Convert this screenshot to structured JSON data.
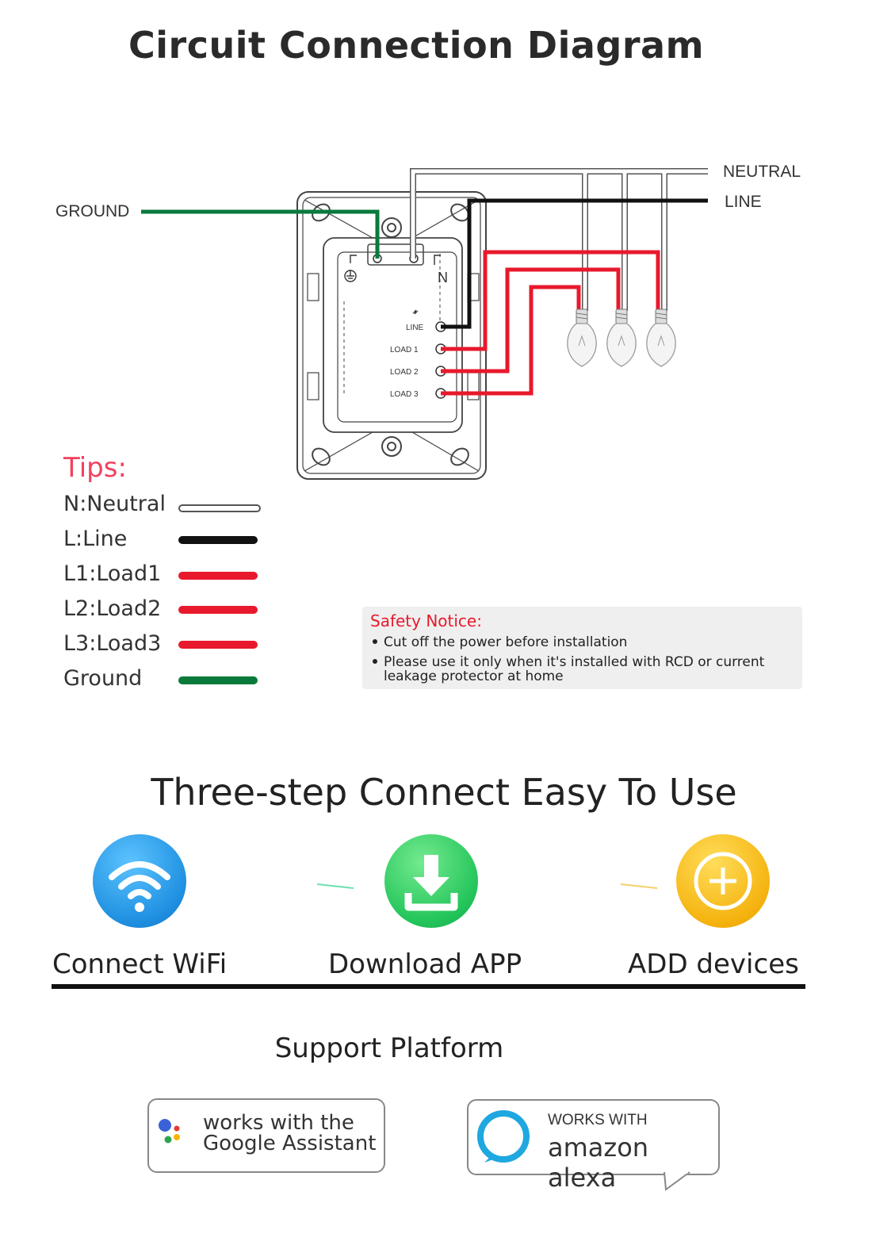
{
  "title": "Circuit Connection Diagram",
  "wiring": {
    "labels": {
      "ground": "GROUND",
      "neutral": "NEUTRAL",
      "line": "LINE"
    },
    "terminals": {
      "line": "LINE",
      "load1": "LOAD 1",
      "load2": "LOAD 2",
      "load3": "LOAD 3",
      "neutral_mark": "N"
    },
    "colors": {
      "neutral": "#ffffff",
      "line": "#111111",
      "load": "#e8192c",
      "ground": "#0a7a3c"
    }
  },
  "tips": {
    "heading": "Tips:",
    "items": [
      {
        "label": "N:Neutral",
        "color": "#ffffff"
      },
      {
        "label": "L:Line",
        "color": "#111111"
      },
      {
        "label": "L1:Load1",
        "color": "#e8192c"
      },
      {
        "label": "L2:Load2",
        "color": "#e8192c"
      },
      {
        "label": "L3:Load3",
        "color": "#e8192c"
      },
      {
        "label": "Ground",
        "color": "#0a7a3c"
      }
    ]
  },
  "safety": {
    "title": "Safety Notice:",
    "items": [
      "Cut off the power before installation",
      "Please use it only when it's installed with RCD or current leakage protector at home"
    ]
  },
  "steps": {
    "title": "Three-step Connect Easy To Use",
    "items": [
      {
        "label": "Connect WiFi",
        "icon": "wifi-icon",
        "color": "#1e8fe0"
      },
      {
        "label": "Download APP",
        "icon": "download-icon",
        "color": "#22c45a"
      },
      {
        "label": "ADD devices",
        "icon": "plus-icon",
        "color": "#f5b30f"
      }
    ]
  },
  "support": {
    "title": "Support Platform",
    "google": {
      "line1": "works with the",
      "line2": "Google Assistant"
    },
    "alexa": {
      "line1": "WORKS WITH",
      "line2": "amazon alexa"
    }
  }
}
